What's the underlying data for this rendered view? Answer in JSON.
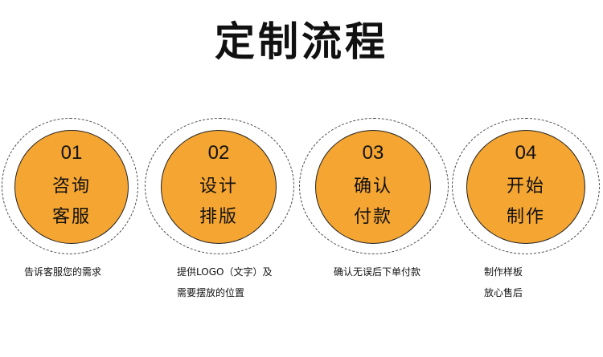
{
  "title": "定制流程",
  "colors": {
    "disc_fill": "#F5A531",
    "ring_stroke": "#444444",
    "text": "#111111"
  },
  "steps": [
    {
      "number": "01",
      "line1": "咨询",
      "line2": "客服",
      "desc1": "告诉客服您的需求",
      "desc2": ""
    },
    {
      "number": "02",
      "line1": "设计",
      "line2": "排版",
      "desc1": "提供LOGO（文字）及",
      "desc2": "需要摆放的位置"
    },
    {
      "number": "03",
      "line1": "确认",
      "line2": "付款",
      "desc1": "确认无误后下单付款",
      "desc2": ""
    },
    {
      "number": "04",
      "line1": "开始",
      "line2": "制作",
      "desc1": "制作样板",
      "desc2": "放心售后"
    }
  ]
}
